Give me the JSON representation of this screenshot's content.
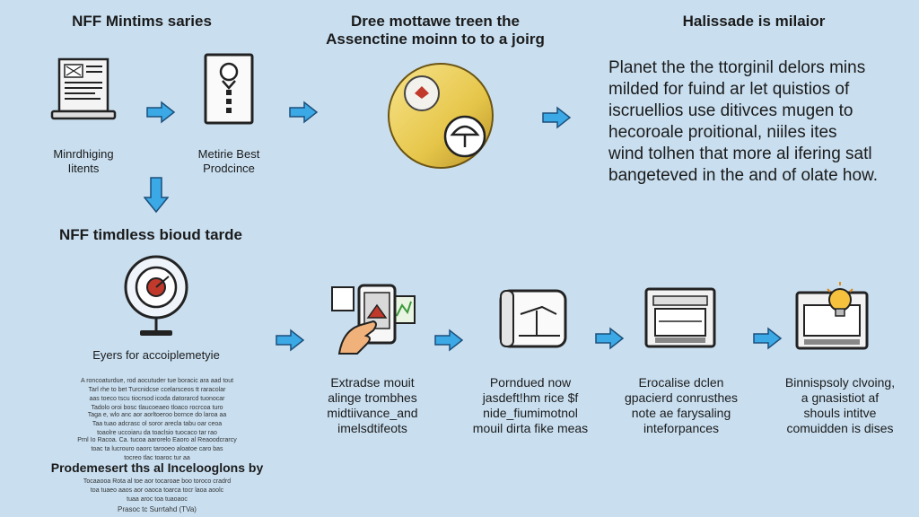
{
  "top": {
    "left_title": "NFF Mintims saries",
    "center_title_line1": "Dree mottawe treen the",
    "center_title_line2": "Assenctine moinn to to a joirg",
    "right_title": "Halissade is milaior"
  },
  "step1": {
    "line1": "Minrdhiging",
    "line2": "Iitents"
  },
  "step2": {
    "line1": "Metirie Best",
    "line2": "Prodcince"
  },
  "paragraph": [
    "Planet the the ttorginil delors mins",
    "milded for fuind ar let quistios of",
    "iscruellios use ditivces mugen to",
    "hecoroale proitional, niiles ites",
    "wind tolhen that more al ifering satl",
    "bangeteved in the and of olate how."
  ],
  "section2_title": "NFF timdless bioud tarde",
  "target_caption": "Eyers for accoiplemetyie",
  "fine_text_1": [
    "A roncoaturdue, rod aocutuder tue boracic ara aad tout",
    "Tarl rhe to bet Turcnidcse ccelarsceos tt raracolar",
    "aas toeco tscu tiocrsod icoda datorarcd tuonocar",
    "Tadolo oroi bosc tlaucoeaeo tloaco rocrcoa turo"
  ],
  "fine_text_2": [
    "Taga e, wlo anc aor aorltoeroo bornce do laroa aa",
    "Taa tuao adcrasc ol soror arecla tabu oar ceoa",
    "toaolre uccoiaru da toaclsio tuocaco tar rao"
  ],
  "fine_text_3": [
    "Prnl Io Racoa. Ca. tucoa aarorelo Eaoro al Reaoodcrarcy",
    "toac ta lucrouro oaorc tarooeo aloatoe caro bas",
    "tocreo tlac toaroc tur aa"
  ],
  "bottom_heading": "Prodemesert ths al Incelooglons by",
  "fine_text_4": [
    "Tocaaooa Rota al toe aor tocaroae boo toroco cradrd",
    "toa tuaeo aaos aor oaoca toarca tocr laoa aoolc",
    "tuaa aroc toa tuaoaoc"
  ],
  "footer_note": "Prasoc tc Surrtahd (TVa)",
  "bottom_steps": [
    {
      "line1": "Extradse mouit",
      "line2": "alinge trombhes",
      "line3": "midtiivance_and",
      "line4": "imelsdtifeots"
    },
    {
      "line1": "Porndued now",
      "line2": "jasdeft!hm rice $f",
      "line3": "nide_fiumimotnol",
      "line4": "mouil dirta fike meas"
    },
    {
      "line1": "Erocalise dclen",
      "line2": "gpacierd conrusthes",
      "line3": "note ae farysaling",
      "line4": "inteforpances"
    },
    {
      "line1": "Binnispsoly clvoing,",
      "line2": "a gnasistiot af",
      "line3": "shouls intitve",
      "line4": "comuidden is dises"
    }
  ],
  "colors": {
    "background": "#c9dff0",
    "arrow": "#3aa9e6",
    "coin": "#e6c64a"
  }
}
